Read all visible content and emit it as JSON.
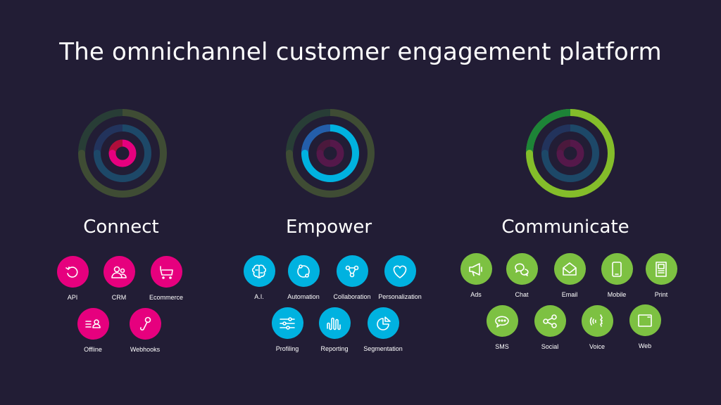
{
  "title": "The omnichannel customer engagement platform",
  "colors": {
    "background": "#221d35",
    "connect": "#e6007e",
    "empower": "#00b2e0",
    "communicate": "#7dc142"
  },
  "sections": [
    {
      "heading": "Connect",
      "items": [
        {
          "label": "API",
          "icon": "refresh-icon"
        },
        {
          "label": "CRM",
          "icon": "users-icon"
        },
        {
          "label": "Ecommerce",
          "icon": "cart-icon"
        },
        {
          "label": "Offline",
          "icon": "list-user-icon"
        },
        {
          "label": "Webhooks",
          "icon": "hook-icon"
        }
      ]
    },
    {
      "heading": "Empower",
      "items": [
        {
          "label": "A.I.",
          "icon": "brain-icon"
        },
        {
          "label": "Automation",
          "icon": "orbit-icon"
        },
        {
          "label": "Collaboration",
          "icon": "nodes-icon"
        },
        {
          "label": "Personalization",
          "icon": "heart-icon"
        },
        {
          "label": "Profiling",
          "icon": "sliders-icon"
        },
        {
          "label": "Reporting",
          "icon": "wave-icon"
        },
        {
          "label": "Segmentation",
          "icon": "pie-icon"
        }
      ]
    },
    {
      "heading": "Communicate",
      "items": [
        {
          "label": "Ads",
          "icon": "megaphone-icon"
        },
        {
          "label": "Chat",
          "icon": "chat-icon"
        },
        {
          "label": "Email",
          "icon": "envelope-icon"
        },
        {
          "label": "Mobile",
          "icon": "phone-icon"
        },
        {
          "label": "Print",
          "icon": "document-icon"
        },
        {
          "label": "SMS",
          "icon": "sms-icon"
        },
        {
          "label": "Social",
          "icon": "share-icon"
        },
        {
          "label": "Voice",
          "icon": "voice-icon"
        },
        {
          "label": "Web",
          "icon": "browser-icon"
        }
      ]
    }
  ]
}
